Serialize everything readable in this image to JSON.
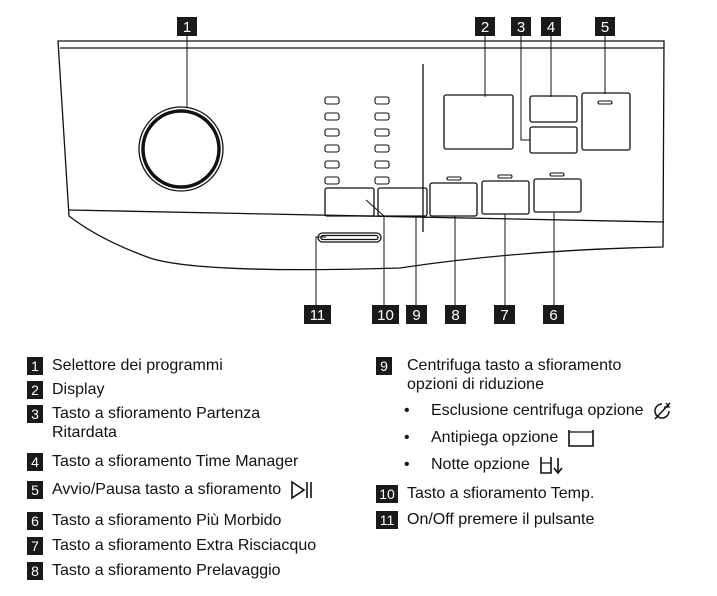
{
  "callouts": [
    "1",
    "2",
    "3",
    "4",
    "5",
    "6",
    "7",
    "8",
    "9",
    "10",
    "11"
  ],
  "legend_left": [
    {
      "num": "1",
      "lines": [
        "Selettore dei programmi"
      ]
    },
    {
      "num": "2",
      "lines": [
        "Display"
      ]
    },
    {
      "num": "3",
      "lines": [
        "Tasto a sfioramento Partenza",
        "Ritardata"
      ]
    },
    {
      "num": "4",
      "lines": [
        "Tasto a sfioramento Time Manager"
      ]
    },
    {
      "num": "5",
      "lines": [
        "Avvio/Pausa tasto a sfioramento"
      ],
      "icon": "play-pause-icon"
    },
    {
      "num": "6",
      "lines": [
        "Tasto a sfioramento Più Morbido"
      ]
    },
    {
      "num": "7",
      "lines": [
        "Tasto a sfioramento Extra Risciacquo"
      ]
    },
    {
      "num": "8",
      "lines": [
        "Tasto a sfioramento Prelavaggio"
      ]
    }
  ],
  "legend_right": [
    {
      "num": "9",
      "lines": [
        "Centrifuga tasto a sfioramento",
        "opzioni di riduzione"
      ]
    },
    {
      "num": "10",
      "lines": [
        "Tasto a sfioramento Temp."
      ]
    },
    {
      "num": "11",
      "lines": [
        "On/Off premere il pulsante"
      ]
    }
  ],
  "sub_options": [
    {
      "bullet": "•",
      "text": "Esclusione centrifuga opzione",
      "icon": "no-spin-icon"
    },
    {
      "bullet": "•",
      "text": "Antipiega opzione",
      "icon": "rinse-hold-icon"
    },
    {
      "bullet": "•",
      "text": "Notte opzione",
      "icon": "night-icon"
    }
  ]
}
